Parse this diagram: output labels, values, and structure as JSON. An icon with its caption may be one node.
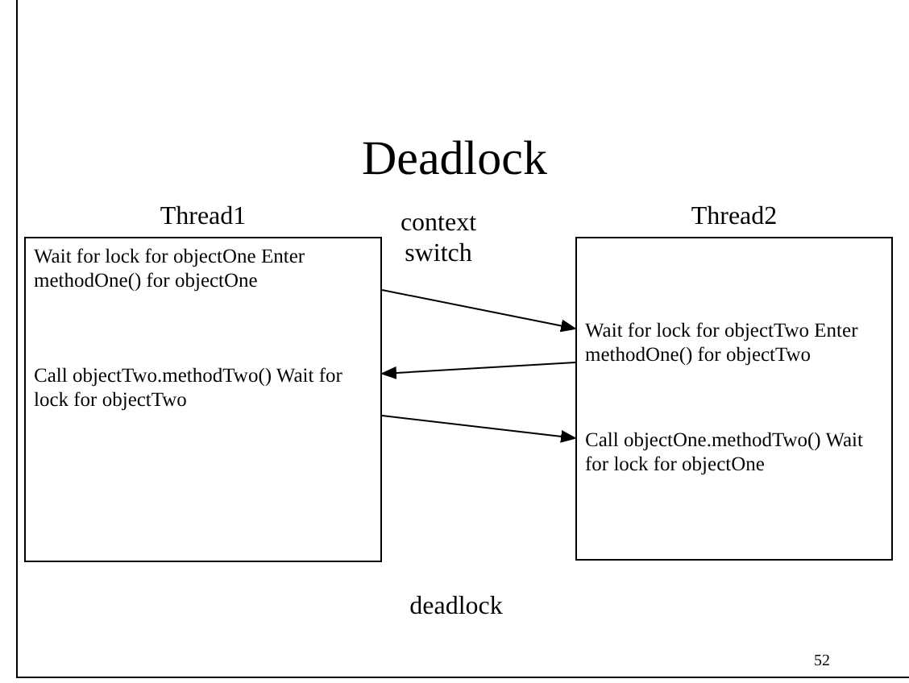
{
  "diagram": {
    "title": "Deadlock",
    "nodes": [
      {
        "text": [
          "Thread1"
        ]
      },
      {
        "text": [
          "Wait for lock for objectOne Enter methodOne() for objectOne"
        ],
        "in": 0
      },
      {
        "text": [
          "Call objectTwo.methodTwo() Wait for lock for objectTwo"
        ],
        "in": 0
      },
      {
        "text": [
          "Thread2"
        ]
      },
      {
        "text": [
          "Wait for lock for objectTwo Enter methodOne() for objectTwo"
        ],
        "in": 3
      },
      {
        "text": [
          "Call objectOne.methodTwo() Wait for lock for objectOne"
        ],
        "in": 3
      }
    ],
    "edges": [
      {
        "from": 1,
        "to": 4,
        "arrow": "to",
        "label": "context switch"
      },
      {
        "from": 4,
        "to": 2,
        "arrow": "to"
      },
      {
        "from": 2,
        "to": 5,
        "arrow": "to"
      }
    ],
    "labels": [
      "deadlock",
      "52"
    ]
  }
}
